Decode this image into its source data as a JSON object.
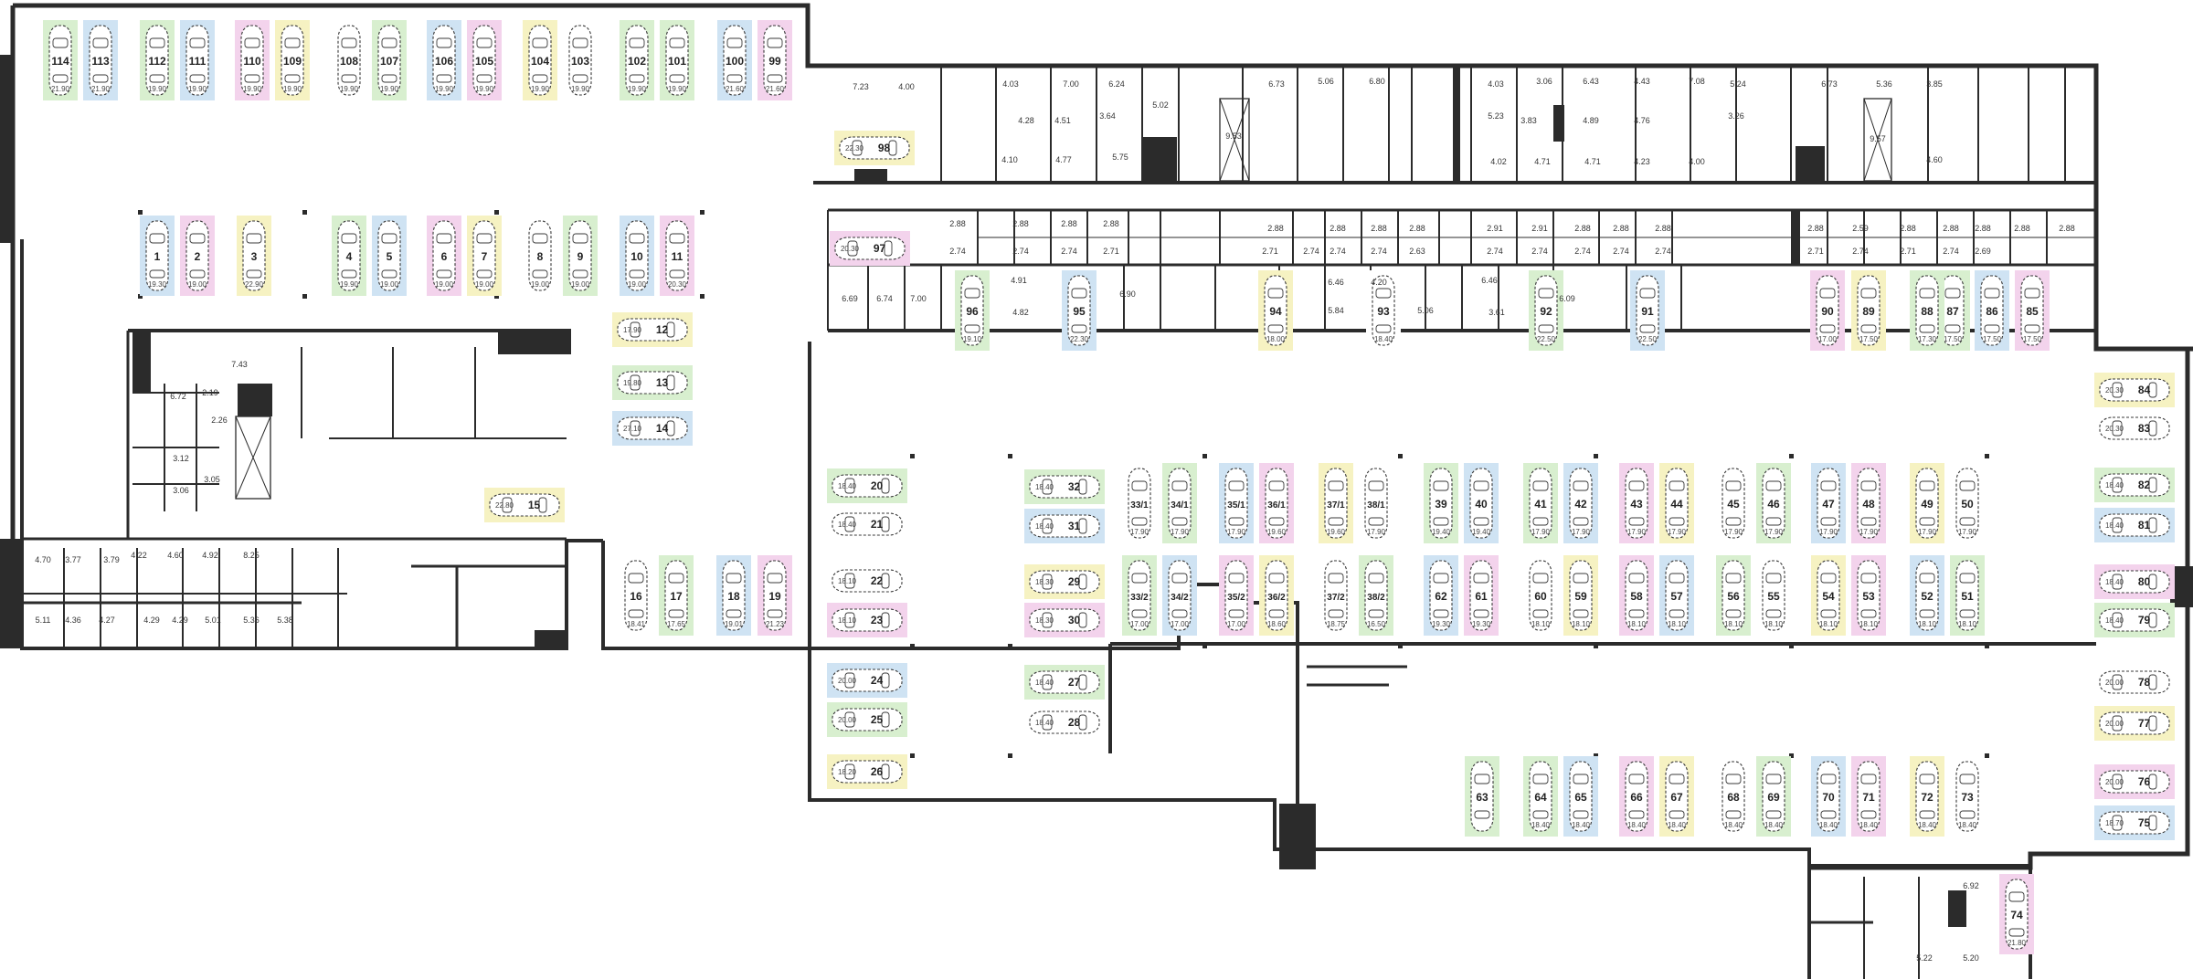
{
  "palette": {
    "green": "#d8efcf",
    "blue": "#cfe3f3",
    "pink": "#f3d3ec",
    "yellow": "#f6f2c2",
    "white": "#ffffff",
    "wall": "#2b2b2b"
  },
  "spots": [
    {
      "num": "114",
      "area": "21.90",
      "color": "green"
    },
    {
      "num": "113",
      "area": "21.90",
      "color": "blue"
    },
    {
      "num": "112",
      "area": "19.90",
      "color": "green"
    },
    {
      "num": "111",
      "area": "19.90",
      "color": "blue"
    },
    {
      "num": "110",
      "area": "19.90",
      "color": "pink"
    },
    {
      "num": "109",
      "area": "19.90",
      "color": "yellow"
    },
    {
      "num": "108",
      "area": "19.90",
      "color": "white"
    },
    {
      "num": "107",
      "area": "19.90",
      "color": "green"
    },
    {
      "num": "106",
      "area": "19.90",
      "color": "blue"
    },
    {
      "num": "105",
      "area": "19.90",
      "color": "pink"
    },
    {
      "num": "104",
      "area": "19.90",
      "color": "yellow"
    },
    {
      "num": "103",
      "area": "19.90",
      "color": "white"
    },
    {
      "num": "102",
      "area": "19.90",
      "color": "green"
    },
    {
      "num": "101",
      "area": "19.90",
      "color": "green"
    },
    {
      "num": "100",
      "area": "21.60",
      "color": "blue"
    },
    {
      "num": "99",
      "area": "21.60",
      "color": "pink"
    },
    {
      "num": "1",
      "area": "19.30",
      "color": "blue"
    },
    {
      "num": "2",
      "area": "19.00",
      "color": "pink"
    },
    {
      "num": "3",
      "area": "22.90",
      "color": "yellow"
    },
    {
      "num": "4",
      "area": "19.90",
      "color": "green"
    },
    {
      "num": "5",
      "area": "19.00",
      "color": "blue"
    },
    {
      "num": "6",
      "area": "19.00",
      "color": "pink"
    },
    {
      "num": "7",
      "area": "19.00",
      "color": "yellow"
    },
    {
      "num": "8",
      "area": "19.00",
      "color": "white"
    },
    {
      "num": "9",
      "area": "19.00",
      "color": "green"
    },
    {
      "num": "10",
      "area": "19.00",
      "color": "blue"
    },
    {
      "num": "11",
      "area": "20.30",
      "color": "pink"
    },
    {
      "num": "12",
      "area": "17.90",
      "color": "yellow"
    },
    {
      "num": "13",
      "area": "19.80",
      "color": "green"
    },
    {
      "num": "14",
      "area": "27.10",
      "color": "blue"
    },
    {
      "num": "15",
      "area": "22.80",
      "color": "yellow"
    },
    {
      "num": "16",
      "area": "18.41",
      "color": "white"
    },
    {
      "num": "17",
      "area": "17.65",
      "color": "green"
    },
    {
      "num": "18",
      "area": "19.01",
      "color": "blue"
    },
    {
      "num": "19",
      "area": "21.23",
      "color": "pink"
    },
    {
      "num": "20",
      "area": "18.40",
      "color": "green"
    },
    {
      "num": "21",
      "area": "18.40",
      "color": "white"
    },
    {
      "num": "22",
      "area": "18.10",
      "color": "white"
    },
    {
      "num": "23",
      "area": "18.10",
      "color": "pink"
    },
    {
      "num": "24",
      "area": "20.00",
      "color": "blue"
    },
    {
      "num": "25",
      "area": "20.00",
      "color": "green"
    },
    {
      "num": "26",
      "area": "18.20",
      "color": "yellow"
    },
    {
      "num": "27",
      "area": "18.40",
      "color": "green"
    },
    {
      "num": "28",
      "area": "18.40",
      "color": "white"
    },
    {
      "num": "29",
      "area": "18.30",
      "color": "yellow"
    },
    {
      "num": "30",
      "area": "18.30",
      "color": "pink"
    },
    {
      "num": "31",
      "area": "18.40",
      "color": "blue"
    },
    {
      "num": "32",
      "area": "18.40",
      "color": "green"
    },
    {
      "num": "33/1",
      "area": "17.90",
      "color": "white"
    },
    {
      "num": "34/1",
      "area": "17.90",
      "color": "green"
    },
    {
      "num": "35/1",
      "area": "17.90",
      "color": "blue"
    },
    {
      "num": "36/1",
      "area": "19.60",
      "color": "pink"
    },
    {
      "num": "37/1",
      "area": "19.60",
      "color": "yellow"
    },
    {
      "num": "38/1",
      "area": "17.90",
      "color": "white"
    },
    {
      "num": "39",
      "area": "19.40",
      "color": "green"
    },
    {
      "num": "40",
      "area": "19.40",
      "color": "blue"
    },
    {
      "num": "41",
      "area": "17.90",
      "color": "green"
    },
    {
      "num": "42",
      "area": "17.90",
      "color": "blue"
    },
    {
      "num": "43",
      "area": "17.90",
      "color": "pink"
    },
    {
      "num": "44",
      "area": "17.90",
      "color": "yellow"
    },
    {
      "num": "45",
      "area": "17.90",
      "color": "white"
    },
    {
      "num": "46",
      "area": "17.90",
      "color": "green"
    },
    {
      "num": "47",
      "area": "17.90",
      "color": "blue"
    },
    {
      "num": "48",
      "area": "17.90",
      "color": "pink"
    },
    {
      "num": "49",
      "area": "17.90",
      "color": "yellow"
    },
    {
      "num": "50",
      "area": "17.90",
      "color": "white"
    },
    {
      "num": "33/2",
      "area": "17.00",
      "color": "green"
    },
    {
      "num": "34/2",
      "area": "17.00",
      "color": "blue"
    },
    {
      "num": "35/2",
      "area": "17.00",
      "color": "pink"
    },
    {
      "num": "36/2",
      "area": "18.60",
      "color": "yellow"
    },
    {
      "num": "37/2",
      "area": "18.75",
      "color": "white"
    },
    {
      "num": "38/2",
      "area": "16.50",
      "color": "green"
    },
    {
      "num": "62",
      "area": "19.30",
      "color": "blue"
    },
    {
      "num": "61",
      "area": "19.30",
      "color": "pink"
    },
    {
      "num": "60",
      "area": "18.10",
      "color": "white"
    },
    {
      "num": "59",
      "area": "18.10",
      "color": "yellow"
    },
    {
      "num": "58",
      "area": "18.10",
      "color": "pink"
    },
    {
      "num": "57",
      "area": "18.10",
      "color": "blue"
    },
    {
      "num": "56",
      "area": "18.10",
      "color": "green"
    },
    {
      "num": "55",
      "area": "18.10",
      "color": "white"
    },
    {
      "num": "54",
      "area": "18.10",
      "color": "yellow"
    },
    {
      "num": "53",
      "area": "18.10",
      "color": "pink"
    },
    {
      "num": "52",
      "area": "18.10",
      "color": "blue"
    },
    {
      "num": "51",
      "area": "18.10",
      "color": "green"
    },
    {
      "num": "63",
      "area": "",
      "color": "green"
    },
    {
      "num": "64",
      "area": "18.40",
      "color": "green"
    },
    {
      "num": "65",
      "area": "18.40",
      "color": "blue"
    },
    {
      "num": "66",
      "area": "18.40",
      "color": "pink"
    },
    {
      "num": "67",
      "area": "18.40",
      "color": "yellow"
    },
    {
      "num": "68",
      "area": "18.40",
      "color": "white"
    },
    {
      "num": "69",
      "area": "18.40",
      "color": "green"
    },
    {
      "num": "70",
      "area": "18.40",
      "color": "blue"
    },
    {
      "num": "71",
      "area": "18.40",
      "color": "pink"
    },
    {
      "num": "72",
      "area": "18.40",
      "color": "yellow"
    },
    {
      "num": "73",
      "area": "18.40",
      "color": "white"
    },
    {
      "num": "74",
      "area": "21.80",
      "color": "pink"
    },
    {
      "num": "75",
      "area": "18.70",
      "color": "blue"
    },
    {
      "num": "76",
      "area": "20.00",
      "color": "pink"
    },
    {
      "num": "77",
      "area": "20.00",
      "color": "yellow"
    },
    {
      "num": "78",
      "area": "20.00",
      "color": "white"
    },
    {
      "num": "79",
      "area": "18.40",
      "color": "green"
    },
    {
      "num": "80",
      "area": "18.40",
      "color": "pink"
    },
    {
      "num": "81",
      "area": "18.40",
      "color": "blue"
    },
    {
      "num": "82",
      "area": "18.40",
      "color": "green"
    },
    {
      "num": "83",
      "area": "20.30",
      "color": "white"
    },
    {
      "num": "84",
      "area": "20.30",
      "color": "yellow"
    },
    {
      "num": "85",
      "area": "17.50",
      "color": "pink"
    },
    {
      "num": "86",
      "area": "17.50",
      "color": "blue"
    },
    {
      "num": "87",
      "area": "17.50",
      "color": "green"
    },
    {
      "num": "88",
      "area": "17.30",
      "color": "green"
    },
    {
      "num": "89",
      "area": "17.50",
      "color": "yellow"
    },
    {
      "num": "90",
      "area": "17.00",
      "color": "pink"
    },
    {
      "num": "91",
      "area": "22.50",
      "color": "blue"
    },
    {
      "num": "92",
      "area": "22.50",
      "color": "green"
    },
    {
      "num": "93",
      "area": "18.40",
      "color": "white"
    },
    {
      "num": "94",
      "area": "18.00",
      "color": "yellow"
    },
    {
      "num": "95",
      "area": "22.30",
      "color": "blue"
    },
    {
      "num": "96",
      "area": "19.10",
      "color": "green"
    },
    {
      "num": "97",
      "area": "20.30",
      "color": "pink"
    },
    {
      "num": "98",
      "area": "22.30",
      "color": "yellow"
    }
  ],
  "storage_labels": [
    "7.23",
    "4.00",
    "4.03",
    "7.00",
    "6.24",
    "5.02",
    "6.73",
    "5.06",
    "6.80",
    "4.03",
    "3.06",
    "6.43",
    "4.43",
    "7.08",
    "5.24",
    "6.73",
    "5.36",
    "3.85",
    "4.28",
    "4.51",
    "3.64",
    "5.23",
    "3.83",
    "4.89",
    "4.76",
    "3.26",
    "4.10",
    "4.77",
    "5.75",
    "9.53",
    "4.02",
    "4.71",
    "4.71",
    "4.23",
    "4.00",
    "9.57",
    "4.60",
    "2.88",
    "2.88",
    "2.88",
    "2.88",
    "2.88",
    "2.88",
    "2.88",
    "2.88",
    "2.91",
    "2.91",
    "2.88",
    "2.88",
    "2.88",
    "2.88",
    "2.59",
    "2.88",
    "2.88",
    "2.88",
    "2.88",
    "2.88",
    "2.74",
    "2.74",
    "2.74",
    "2.71",
    "2.71",
    "2.74",
    "2.74",
    "2.74",
    "2.63",
    "2.74",
    "2.74",
    "2.74",
    "2.74",
    "2.74",
    "2.71",
    "2.74",
    "2.71",
    "2.74",
    "2.69",
    "6.69",
    "6.74",
    "7.00",
    "4.91",
    "4.82",
    "6.90",
    "6.46",
    "5.84",
    "4.20",
    "5.06",
    "6.46",
    "3.61",
    "6.09",
    "6.72",
    "2.19",
    "2.26",
    "3.12",
    "3.05",
    "3.06",
    "7.43",
    "4.70",
    "3.77",
    "3.79",
    "4.22",
    "4.60",
    "4.92",
    "8.25",
    "5.11",
    "4.36",
    "4.27",
    "4.29",
    "4.29",
    "5.01",
    "5.36",
    "5.38",
    "6.92",
    "5.20",
    "5.22"
  ]
}
